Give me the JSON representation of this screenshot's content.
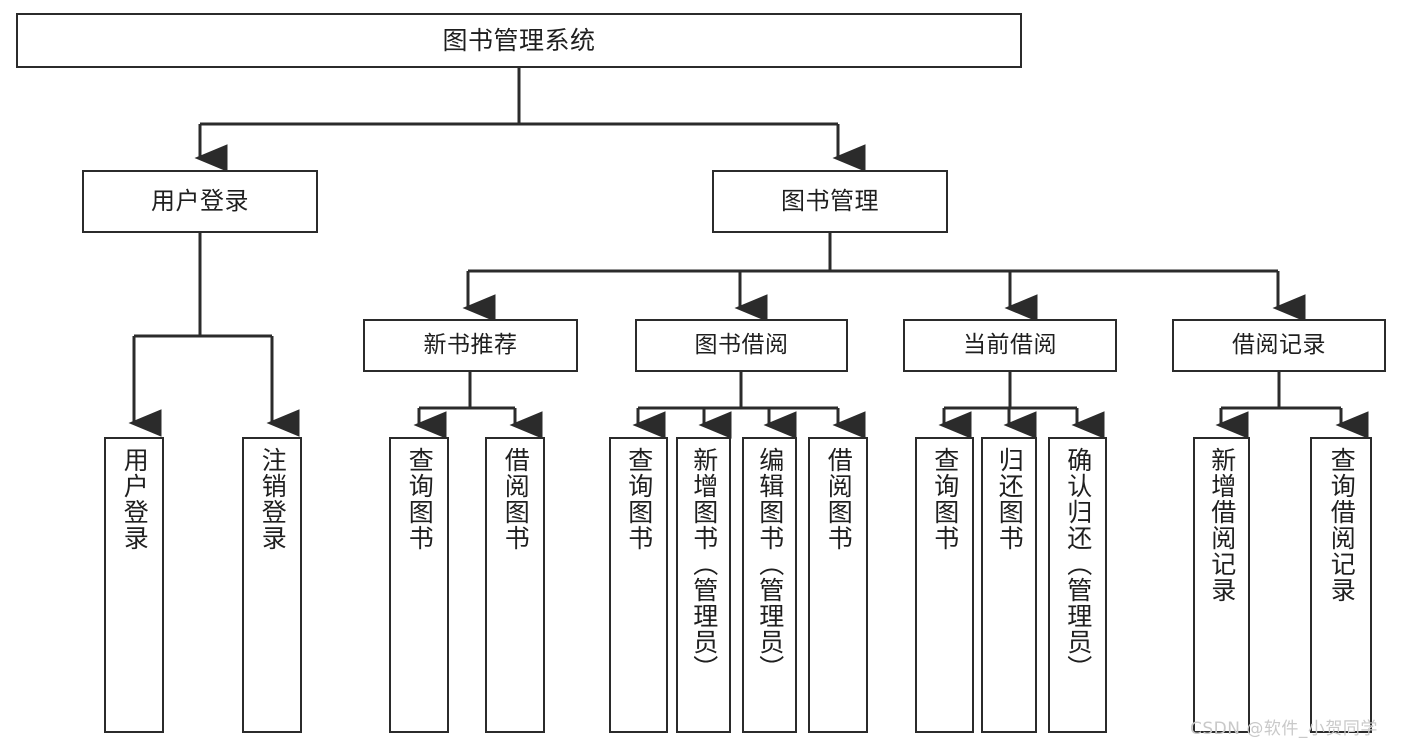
{
  "diagram": {
    "title": "图书管理系统",
    "type": "tree-hierarchy-chart",
    "stroke_color": "#2b2b2b",
    "fill_color": "#ffffff",
    "nodes": {
      "root": {
        "label": "图书管理系统"
      },
      "level2": [
        {
          "id": "user-login",
          "label": "用户登录"
        },
        {
          "id": "book-manage",
          "label": "图书管理"
        }
      ],
      "level3": [
        {
          "id": "new-book-recommend",
          "label": "新书推荐"
        },
        {
          "id": "book-borrow",
          "label": "图书借阅"
        },
        {
          "id": "current-borrow",
          "label": "当前借阅"
        },
        {
          "id": "borrow-record",
          "label": "借阅记录"
        }
      ],
      "leaves": {
        "user_login": [
          {
            "id": "leaf-user-login",
            "label": "用户登录"
          },
          {
            "id": "leaf-logout-login",
            "label": "注销登录"
          }
        ],
        "new_book_recommend": [
          {
            "id": "leaf-query-book-1",
            "label": "查询图书"
          },
          {
            "id": "leaf-borrow-book-1",
            "label": "借阅图书"
          }
        ],
        "book_borrow": [
          {
            "id": "leaf-query-book-2",
            "label": "查询图书"
          },
          {
            "id": "leaf-add-book",
            "label": "新增图书（管理员）"
          },
          {
            "id": "leaf-edit-book",
            "label": "编辑图书（管理员）"
          },
          {
            "id": "leaf-borrow-book-2",
            "label": "借阅图书"
          }
        ],
        "current_borrow": [
          {
            "id": "leaf-query-book-3",
            "label": "查询图书"
          },
          {
            "id": "leaf-return-book",
            "label": "归还图书"
          },
          {
            "id": "leaf-confirm-return",
            "label": "确认归还（管理员）"
          }
        ],
        "borrow_record": [
          {
            "id": "leaf-add-record",
            "label": "新增借阅记录"
          },
          {
            "id": "leaf-query-record",
            "label": "查询借阅记录"
          }
        ]
      }
    }
  },
  "watermark": {
    "text": "CSDN @软件_小贺同学"
  }
}
